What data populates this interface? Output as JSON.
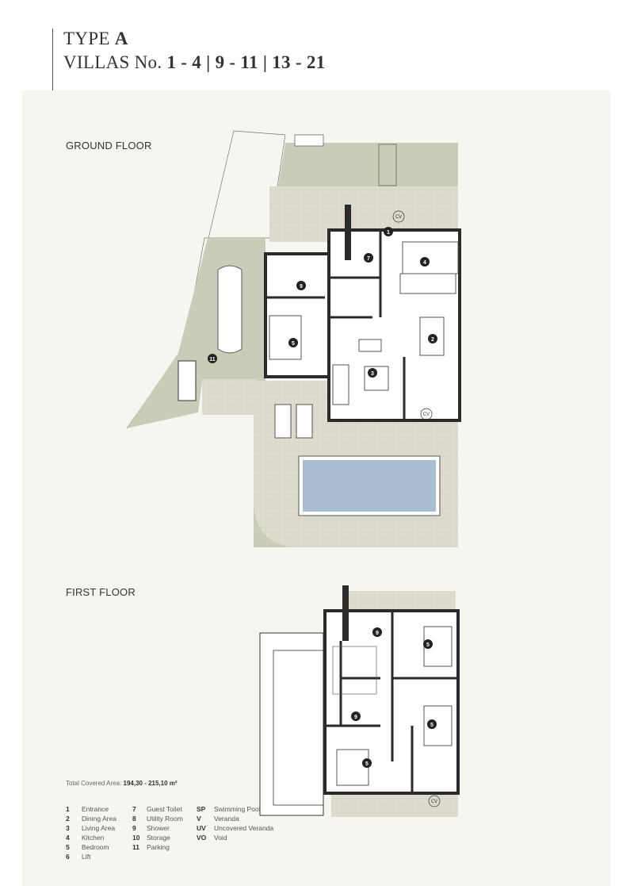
{
  "header": {
    "type_prefix": "TYPE",
    "type_letter": "A",
    "villas_prefix": "VILLAS No.",
    "villas_ranges": "1 - 4 | 9 - 11 | 13 - 21"
  },
  "ground_floor": {
    "label": "GROUND FLOOR",
    "cv": "CV",
    "markers": [
      "1",
      "2",
      "3",
      "4",
      "5",
      "7",
      "9",
      "11"
    ]
  },
  "first_floor": {
    "label": "FIRST FLOOR",
    "cv": "CV",
    "markers": [
      "5",
      "5",
      "5",
      "9",
      "9"
    ]
  },
  "total_area": {
    "label": "Total Covered Area:",
    "value": "194,30 - 215,10 m²"
  },
  "legend": [
    {
      "key": "1",
      "label": "Entrance"
    },
    {
      "key": "7",
      "label": "Guest Toilet"
    },
    {
      "key": "SP",
      "label": "Swimming Pool"
    },
    {
      "key": "2",
      "label": "Dining Area"
    },
    {
      "key": "8",
      "label": "Utility Room"
    },
    {
      "key": "V",
      "label": "Veranda"
    },
    {
      "key": "3",
      "label": "Living Area"
    },
    {
      "key": "9",
      "label": "Shower"
    },
    {
      "key": "UV",
      "label": "Uncovered Veranda"
    },
    {
      "key": "4",
      "label": "Kitchen"
    },
    {
      "key": "10",
      "label": "Storage"
    },
    {
      "key": "VO",
      "label": "Void"
    },
    {
      "key": "5",
      "label": "Bedroom"
    },
    {
      "key": "11",
      "label": "Parking"
    },
    {
      "key": "",
      "label": ""
    },
    {
      "key": "6",
      "label": "Lift"
    },
    {
      "key": "",
      "label": ""
    },
    {
      "key": "",
      "label": ""
    }
  ],
  "colors": {
    "panel": "#f6f5f0",
    "grass": "#c8cdb7",
    "tile": "#dddccf",
    "pool": "#a9bdd3",
    "wall": "#2a2a2a"
  }
}
